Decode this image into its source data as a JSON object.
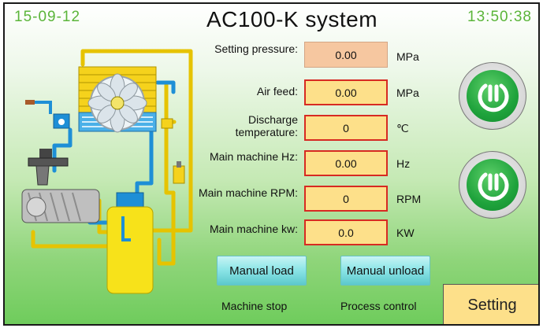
{
  "header": {
    "date": "15-09-12",
    "title": "AC100-K system",
    "time": "13:50:38"
  },
  "params": [
    {
      "label": "Setting pressure:",
      "value": "0.00",
      "unit": "MPa"
    },
    {
      "label": "Air feed:",
      "value": "0.00",
      "unit": "MPa"
    },
    {
      "label": "Discharge temperature:",
      "value": "0",
      "unit": "℃"
    },
    {
      "label": "Main machine Hz:",
      "value": "0.00",
      "unit": "Hz"
    },
    {
      "label": "Main machine RPM:",
      "value": "0",
      "unit": "RPM"
    },
    {
      "label": "Main machine kw:",
      "value": "0.0",
      "unit": "KW"
    }
  ],
  "controls": {
    "manual_load": "Manual load",
    "manual_unload": "Manual unload",
    "machine_stop": "Machine stop",
    "process_control": "Process control",
    "setting": "Setting"
  },
  "icons": {
    "start_button": "power-icon",
    "stop_button": "power-icon",
    "diagram": "compressor-diagram"
  },
  "colors": {
    "header_text": "#5bb53a",
    "value_box": "#fde08a",
    "value_border": "#d72a22",
    "power_button": "#1fa33c",
    "control_button": "#8ee6e8"
  }
}
